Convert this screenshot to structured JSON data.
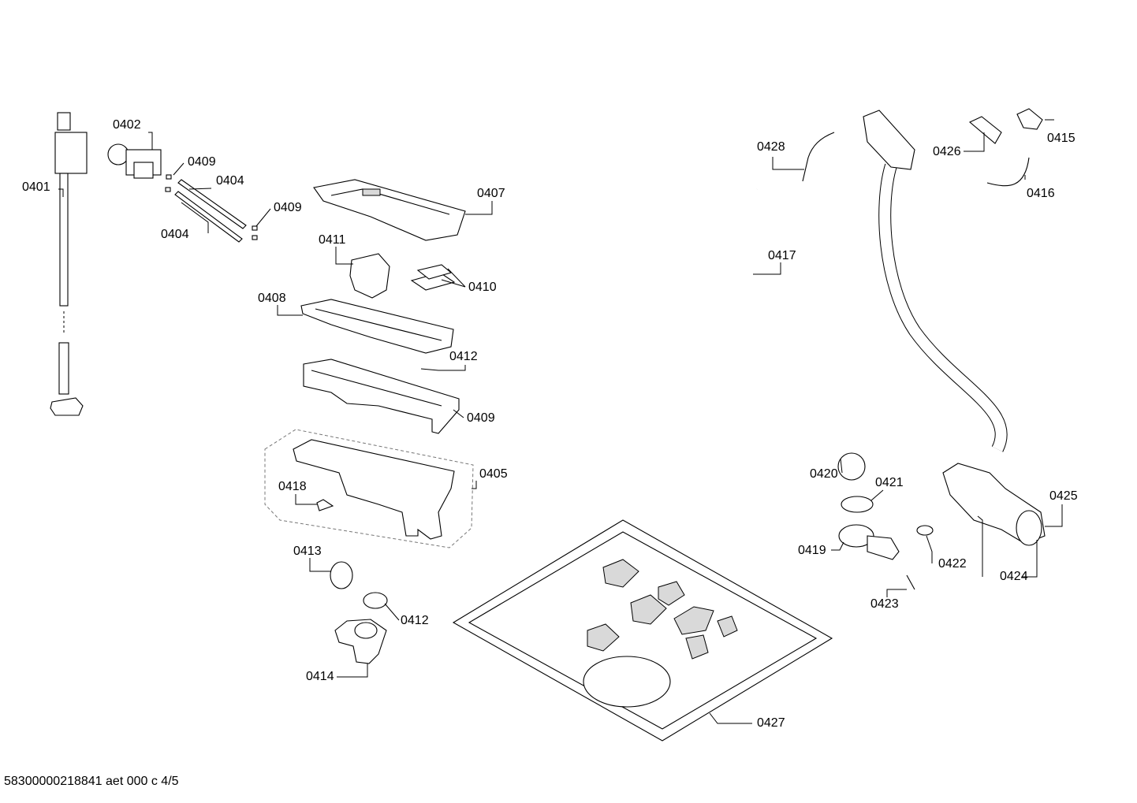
{
  "parts": {
    "p0401": "0401",
    "p0402": "0402",
    "p0409a": "0409",
    "p0404a": "0404",
    "p0404b": "0404",
    "p0409b": "0409",
    "p0407": "0407",
    "p0411": "0411",
    "p0410": "0410",
    "p0408": "0408",
    "p0412a": "0412",
    "p0409c": "0409",
    "p0405": "0405",
    "p0418": "0418",
    "p0413": "0413",
    "p0412b": "0412",
    "p0414": "0414",
    "p0427": "0427",
    "p0428": "0428",
    "p0417": "0417",
    "p0426": "0426",
    "p0415": "0415",
    "p0416": "0416",
    "p0420": "0420",
    "p0421": "0421",
    "p0425": "0425",
    "p0419": "0419",
    "p0422": "0422",
    "p0424": "0424",
    "p0423": "0423"
  },
  "footer": "58300000218841 aet 000 c 4/5"
}
